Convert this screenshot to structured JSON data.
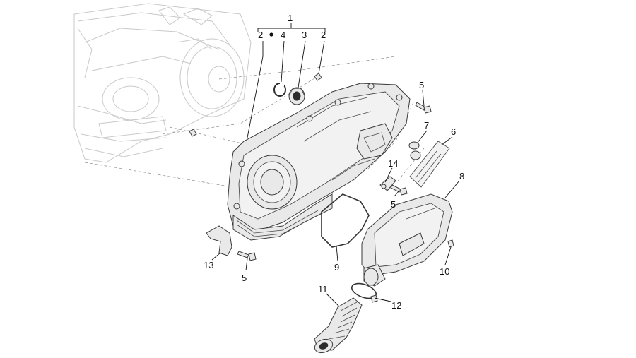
{
  "callouts": {
    "c1": "1",
    "c2a": "2",
    "c4": "4",
    "c3": "3",
    "c2b": "2",
    "c5a": "5",
    "c7": "7",
    "c6": "6",
    "c14": "14",
    "c5b": "5",
    "c8": "8",
    "c13": "13",
    "c5c": "5",
    "c9": "9",
    "c10": "10",
    "c11": "11",
    "c12": "12"
  },
  "colors": {
    "line": "#3a3a3a",
    "ghost": "#c9c9c9",
    "fill": "#e9e9e9"
  }
}
